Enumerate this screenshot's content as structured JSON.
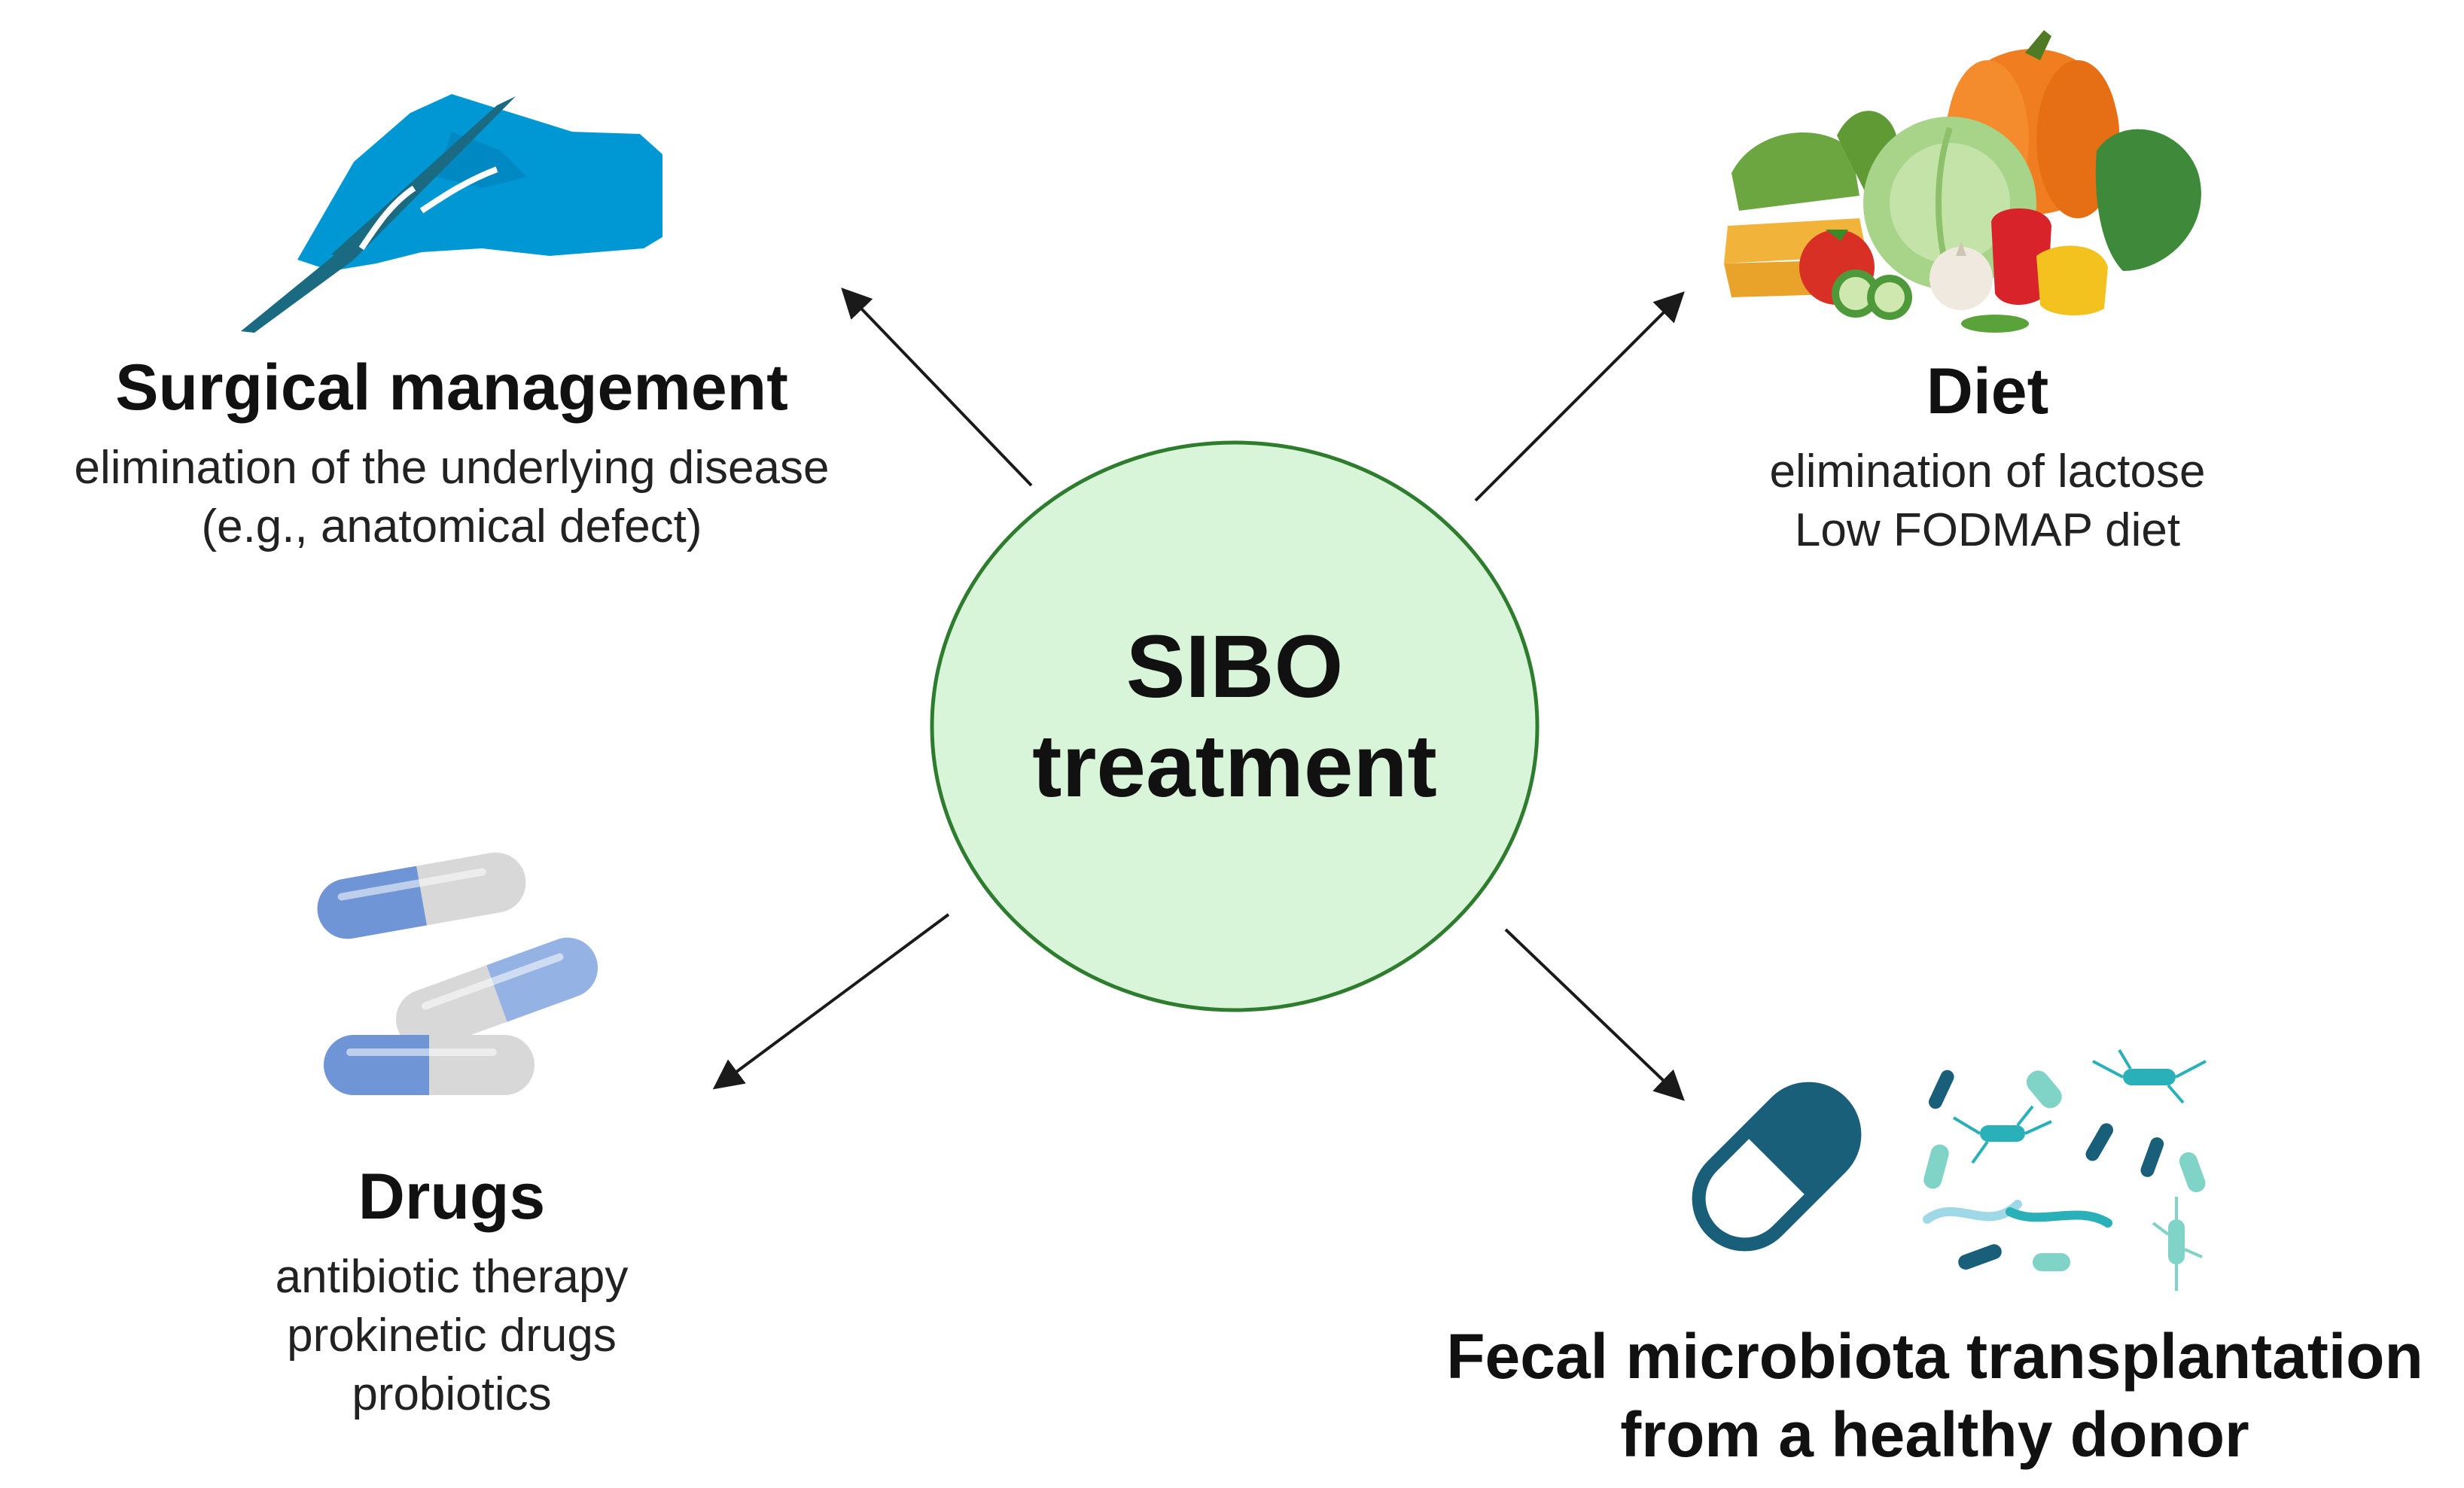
{
  "center": {
    "line1": "SIBO",
    "line2": "treatment",
    "fill": "#d9f5d9",
    "stroke": "#2e7d2e"
  },
  "nodes": [
    {
      "title": "Surgical management",
      "lines": [
        "elimination of the underlying disease",
        "(e.g., anatomical defect)"
      ],
      "icon": "scalpel-hand-icon"
    },
    {
      "title": "Diet",
      "lines": [
        "elimination of lactose",
        "Low FODMAP diet"
      ],
      "icon": "vegetables-icon"
    },
    {
      "title": "Drugs",
      "lines": [
        "antibiotic therapy",
        "prokinetic drugs",
        "probiotics"
      ],
      "icon": "capsules-icon"
    },
    {
      "title": "Fecal microbiota transplantation",
      "title2": "from a healthy donor",
      "icon": "capsule-bacteria-icon"
    }
  ],
  "colors": {
    "glove": "#0098d4",
    "scalpel": "#1a6a82",
    "capsule_blue": "#6f95d6",
    "capsule_gray": "#d8d8d8",
    "capsule_dark": "#1a5f7a",
    "bacteria": "#2ab0b8",
    "arrow": "#1a1a1a"
  }
}
